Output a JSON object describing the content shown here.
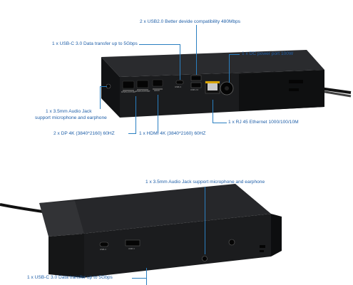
{
  "colors": {
    "accent": "#2a7fc1",
    "label": "#1f5fa8",
    "device": "#1b1c1e"
  },
  "top_view": {
    "usb2_label": "2 x USB2.0 Better devide compatibility 480Mbps",
    "usbc_label": "1 x USB-C 3.0 Data transfer up to 5Gbps",
    "dc_label": "1 x DC power port 100W",
    "audio_label_1": "1 x 3.5mm Audio Jack",
    "audio_label_2": "support microphone and earphone",
    "rj45_label": "1 x RJ 45 Ethernet 1000/100/10M",
    "dp_label": "2 x DP 4K (3840*2160) 60HZ",
    "hdmi_label": "1 x HDMI 4K (3840*2160) 60HZ",
    "port_captions": [
      "DISPLAYPORT",
      "DISPLAYPORT",
      "HDMI",
      "USB-C",
      "USB 2.0"
    ]
  },
  "bottom_view": {
    "audio_label": "1 x 3.5mm Audio Jack support microphone and earphone",
    "usbc_label": "1 x USB-C 3.0 Data transfer up to 5Gbps",
    "port_captions": [
      "USB-C",
      "USB 3"
    ]
  }
}
